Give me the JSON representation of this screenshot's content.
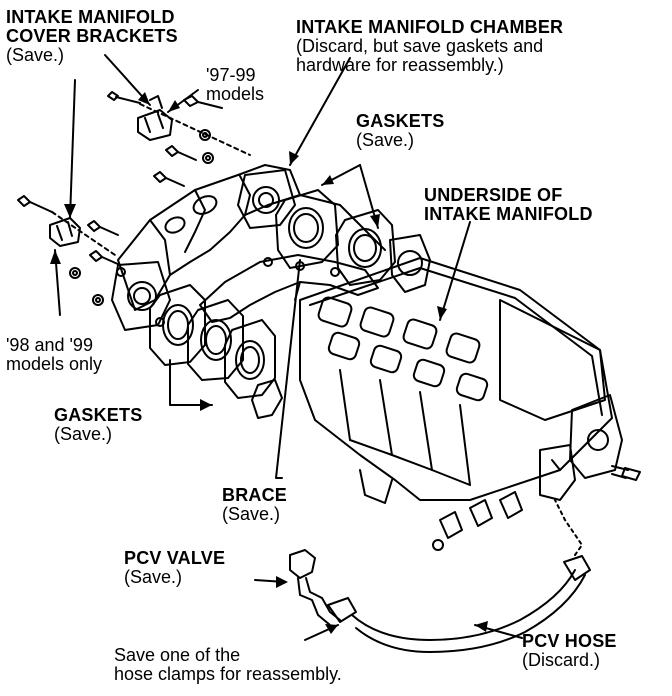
{
  "labels": {
    "cover_brackets": {
      "title_1": "INTAKE MANIFOLD",
      "title_2": "COVER BRACKETS",
      "note": "(Save.)"
    },
    "models_97_99": {
      "line_1": "'97-99",
      "line_2": "models"
    },
    "chamber": {
      "title": "INTAKE MANIFOLD CHAMBER",
      "note_1": "(Discard, but save gaskets and",
      "note_2": "hardware for reassembly.)"
    },
    "gaskets_top": {
      "title": "GASKETS",
      "note": "(Save.)"
    },
    "underside": {
      "title_1": "UNDERSIDE OF",
      "title_2": "INTAKE MANIFOLD"
    },
    "models_98_99": {
      "line_1": "'98 and '99",
      "line_2": "models only"
    },
    "gaskets_left": {
      "title": "GASKETS",
      "note": "(Save.)"
    },
    "brace": {
      "title": "BRACE",
      "note": "(Save.)"
    },
    "pcv_valve": {
      "title": "PCV VALVE",
      "note": "(Save.)"
    },
    "hose_clamps": {
      "line_1": "Save one of the",
      "line_2": "hose clamps for reassembly."
    },
    "pcv_hose": {
      "title": "PCV HOSE",
      "note": "(Discard.)"
    }
  },
  "colors": {
    "ink": "#000000",
    "paper": "#ffffff"
  }
}
